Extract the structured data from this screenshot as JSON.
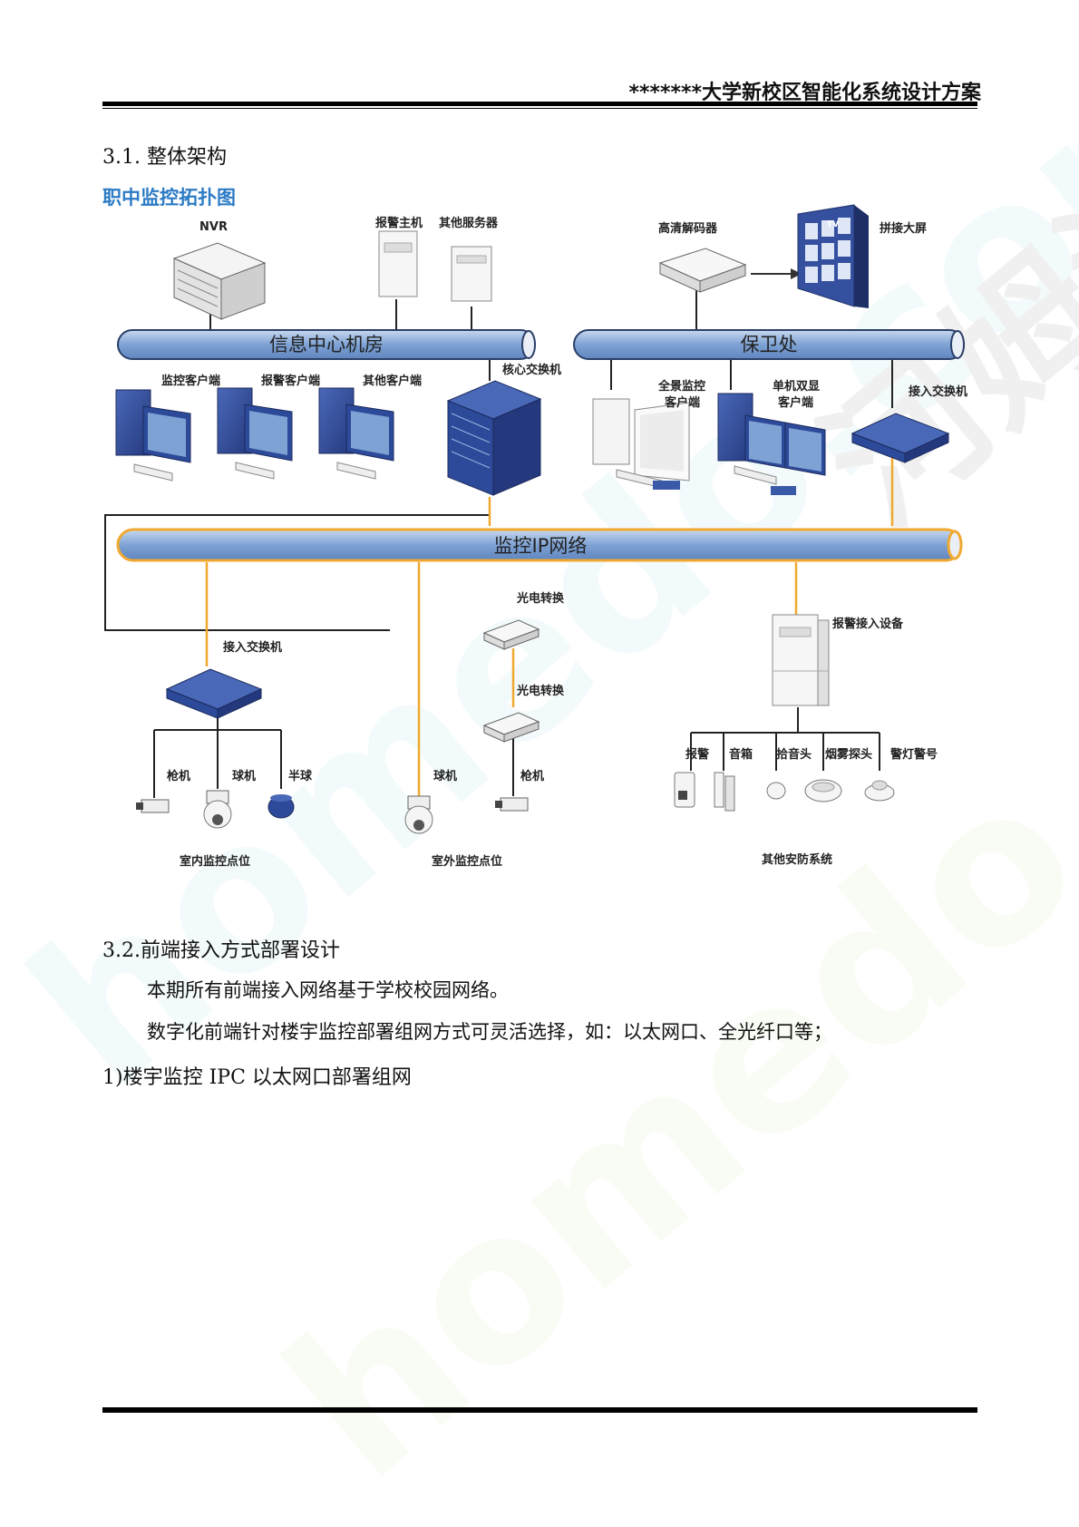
{
  "header": {
    "title": "*******大学新校区智能化系统设计方案"
  },
  "sections": {
    "s31": "3.1.  整体架构",
    "s32": "3.2.前端接入方式部署设计"
  },
  "diagram": {
    "title": "职中监控拓扑图",
    "bus": {
      "info_center": "信息中心机房",
      "security_office": "保卫处",
      "ip_network": "监控IP网络"
    },
    "labels": {
      "nvr": "NVR",
      "alarm_host": "报警主机",
      "other_servers": "其他服务器",
      "hd_decoder": "高清解码器",
      "video_wall": "拼接大屏",
      "monitor_client": "监控客户端",
      "alarm_client": "报警客户端",
      "other_client": "其他客户端",
      "core_switch": "核心交换机",
      "panorama_client_l1": "全景监控",
      "panorama_client_l2": "客户端",
      "dual_screen_l1": "单机双显",
      "dual_screen_l2": "客户端",
      "access_switch_top": "接入交换机",
      "access_switch_left": "接入交换机",
      "optical_1": "光电转换",
      "optical_2": "光电转换",
      "alarm_access": "报警接入设备",
      "gun_cam_1": "枪机",
      "dome_cam_1": "球机",
      "half_dome": "半球",
      "dome_cam_2": "球机",
      "gun_cam_2": "枪机",
      "alarm": "报警",
      "speaker": "音箱",
      "pickup": "拾音头",
      "smoke": "烟雾探头",
      "siren": "警灯警号",
      "indoor_group": "室内监控点位",
      "outdoor_group": "室外监控点位",
      "other_security": "其他安防系统",
      "tv": "TV"
    }
  },
  "paragraphs": {
    "p1": "本期所有前端接入网络基于学校校园网络。",
    "p2": "数字化前端针对楼宇监控部署组网方式可灵活选择，如：以太网口、全光纤口等；"
  },
  "list": {
    "item1": "1)楼宇监控 IPC 以太网口部署组网"
  },
  "colors": {
    "accent_blue": "#2c7bc5",
    "bus_fill": "#6f95c8",
    "orange_link": "#f0a830",
    "device_blue": "#2d4a9a"
  }
}
